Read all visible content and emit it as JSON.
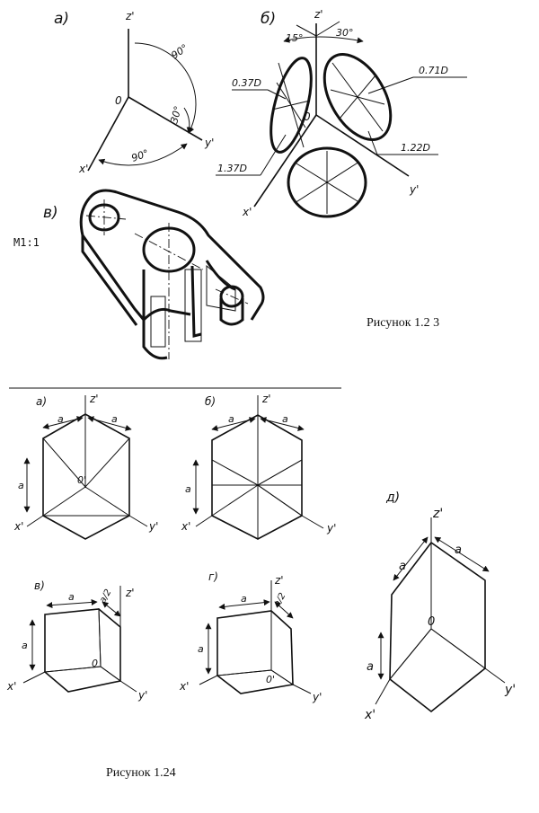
{
  "fig123": {
    "caption": "Рисунок 1.2 3",
    "a": {
      "letter": "а)",
      "z_label": "z'",
      "origin_label": "0",
      "y_label": "y'",
      "x_label": "x'",
      "angle_zy": "90°",
      "angle_y": "30°",
      "angle_xy": "90°"
    },
    "b": {
      "letter": "б)",
      "z_label": "z'",
      "origin_label": "0",
      "y_label": "y'",
      "x_label": "x'",
      "angle_left": "15°",
      "angle_right": "30°",
      "label_037": "0.37D",
      "label_071": "0.71D",
      "label_137": "1.37D",
      "label_122": "1.22D"
    },
    "v": {
      "letter": "в)",
      "scale": "М1:1"
    }
  },
  "fig124": {
    "caption": "Рисунок 1.24",
    "a": {
      "letter": "а)",
      "z_label": "z'",
      "y_label": "y'",
      "x_label": "x'",
      "origin_label": "0'",
      "dim_a": "a"
    },
    "b": {
      "letter": "б)",
      "z_label": "z'",
      "y_label": "y'",
      "x_label": "x'",
      "dim_a": "a"
    },
    "v": {
      "letter": "в)",
      "z_label": "z'",
      "y_label": "y'",
      "x_label": "x'",
      "origin_label": "0",
      "dim_a": "a",
      "dim_a2": "a/2"
    },
    "g": {
      "letter": "г)",
      "z_label": "z'",
      "y_label": "y'",
      "x_label": "x'",
      "origin_label": "0'",
      "dim_a": "a",
      "dim_a2": "a/2"
    },
    "d": {
      "letter": "д)",
      "z_label": "z'",
      "y_label": "y'",
      "x_label": "x'",
      "origin_label": "0",
      "dim_a": "a"
    }
  }
}
